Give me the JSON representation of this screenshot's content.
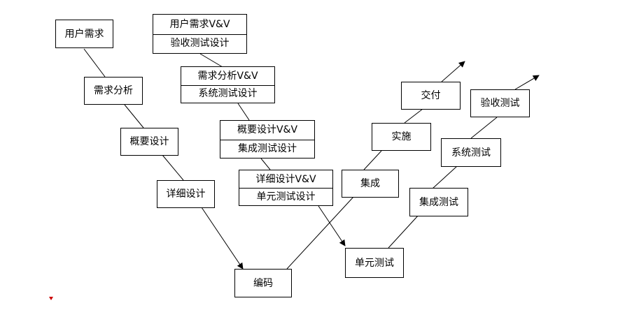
{
  "left_arm": {
    "requirements": "用户需求",
    "analysis": "需求分析",
    "outline_design": "概要设计",
    "detailed_design": "详细设计",
    "coding": "编码"
  },
  "vv": {
    "user_vv": "用户需求V&V",
    "acceptance_design": "验收测试设计",
    "analysis_vv": "需求分析V&V",
    "system_test_design": "系统测试设计",
    "outline_vv": "概要设计V&V",
    "integration_test_design": "集成测试设计",
    "detailed_vv": "详细设计V&V",
    "unit_test_design": "单元测试设计"
  },
  "middle_arm": {
    "integration": "集成",
    "implementation": "实施",
    "delivery": "交付"
  },
  "right_arm": {
    "unit_test": "单元测试",
    "integration_test": "集成测试",
    "system_test": "系统测试",
    "acceptance_test": "验收测试"
  },
  "colors": {
    "line": "#000000",
    "marker": "#cc0000"
  }
}
